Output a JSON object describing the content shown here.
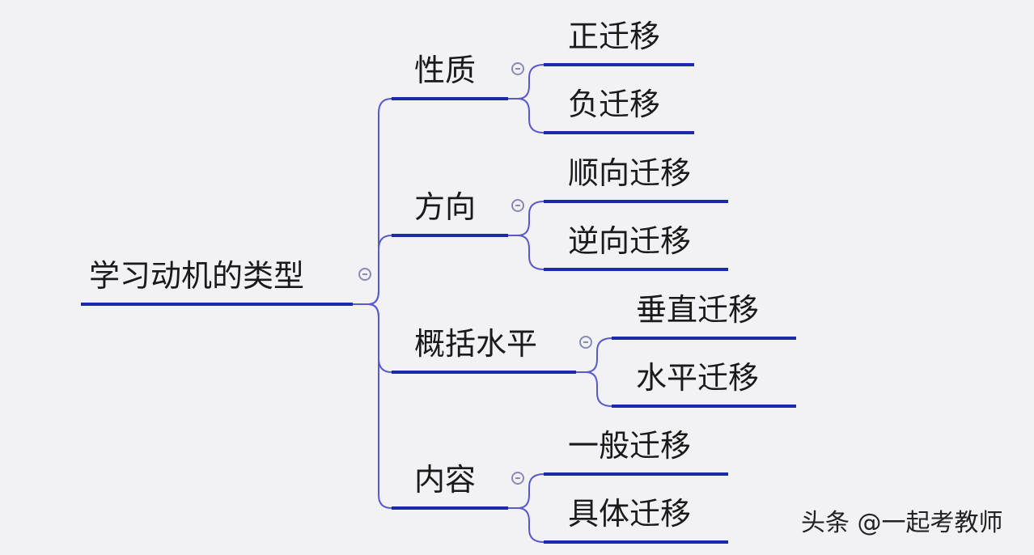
{
  "mindmap": {
    "root": "学习动机的类型",
    "branches": [
      {
        "label": "性质",
        "children": [
          "正迁移",
          "负迁移"
        ]
      },
      {
        "label": "方向",
        "children": [
          "顺向迁移",
          "逆向迁移"
        ]
      },
      {
        "label": "概括水平",
        "children": [
          "垂直迁移",
          "水平迁移"
        ]
      },
      {
        "label": "内容",
        "children": [
          "一般迁移",
          "具体迁移"
        ]
      }
    ]
  },
  "watermark": "头条 @一起考教师",
  "colors": {
    "underline": "#1a2aa8",
    "connector": "#5a5ac8",
    "background": "#f2f2f5"
  }
}
